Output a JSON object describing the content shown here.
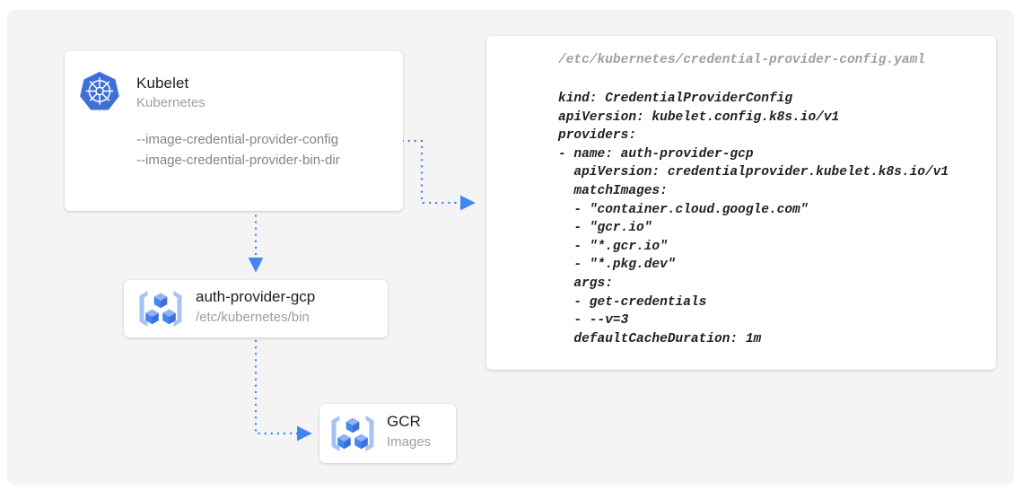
{
  "canvas": {
    "background": "#f4f4f4",
    "page_background": "#ffffff"
  },
  "theme": {
    "accent_blue": "#4285f4",
    "icon_blue": "#3d6fd8",
    "icon_light_blue": "#a7c2f5",
    "text_primary": "#202124",
    "text_secondary": "#9aa0a6",
    "text_flag": "#80868b"
  },
  "kubelet_card": {
    "icon": "kubernetes-helm-icon",
    "title": "Kubelet",
    "subtitle": "Kubernetes",
    "flags": [
      "--image-credential-provider-config",
      "--image-credential-provider-bin-dir"
    ]
  },
  "authprovider_card": {
    "icon": "gcp-container-registry-icon",
    "title": "auth-provider-gcp",
    "subtitle": "/etc/kubernetes/bin"
  },
  "gcr_card": {
    "icon": "gcp-container-registry-icon",
    "title": "GCR",
    "subtitle": "Images"
  },
  "yaml_panel": {
    "filename": "/etc/kubernetes/credential-provider-config.yaml",
    "lines": [
      "kind: CredentialProviderConfig",
      "apiVersion: kubelet.config.k8s.io/v1",
      "providers:",
      "- name: auth-provider-gcp",
      "  apiVersion: credentialprovider.kubelet.k8s.io/v1",
      "  matchImages:",
      "  - \"container.cloud.google.com\"",
      "  - \"gcr.io\"",
      "  - \"*.gcr.io\"",
      "  - \"*.pkg.dev\"",
      "  args:",
      "  - get-credentials",
      "  - --v=3",
      "  defaultCacheDuration: 1m"
    ]
  },
  "connectors": [
    {
      "name": "kubelet-config-flag-to-yaml-panel",
      "style": "dotted",
      "arrowhead": true
    },
    {
      "name": "kubelet-to-auth-provider-gcp",
      "style": "dotted",
      "arrowhead": true
    },
    {
      "name": "auth-provider-gcp-to-gcr",
      "style": "dotted",
      "arrowhead": true
    }
  ]
}
